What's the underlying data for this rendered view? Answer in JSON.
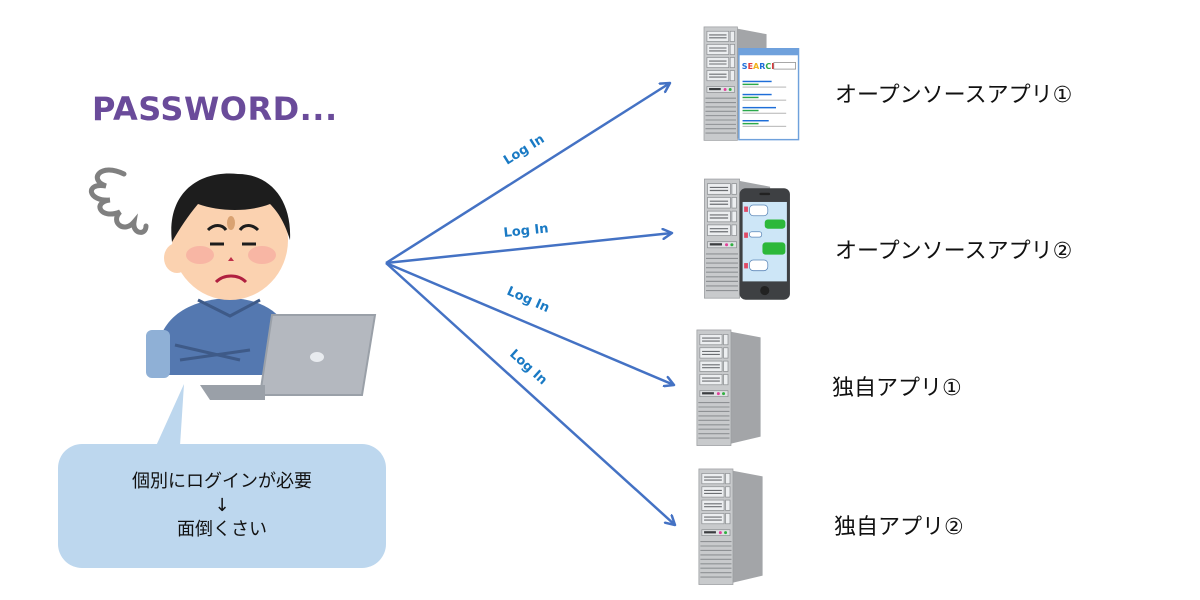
{
  "user": {
    "thought_text": "PASSWORD...",
    "mood": "troubled"
  },
  "callout": {
    "line1": "個別にログインが必要",
    "arrow": "↓",
    "line2": "面倒くさい"
  },
  "connections": [
    {
      "label": "Log In",
      "target": "app-oss-1"
    },
    {
      "label": "Log In",
      "target": "app-oss-2"
    },
    {
      "label": "Log In",
      "target": "app-custom-1"
    },
    {
      "label": "Log In",
      "target": "app-custom-2"
    }
  ],
  "apps": [
    {
      "id": "app-oss-1",
      "label": "オープンソースアプリ①",
      "icon": "server-with-browser-icon",
      "browser_text": "SEARCH"
    },
    {
      "id": "app-oss-2",
      "label": "オープンソースアプリ②",
      "icon": "server-with-smartphone-icon"
    },
    {
      "id": "app-custom-1",
      "label": "独自アプリ①",
      "icon": "server-icon"
    },
    {
      "id": "app-custom-2",
      "label": "独自アプリ②",
      "icon": "server-icon"
    }
  ],
  "colors": {
    "arrow": "#4472c4",
    "arrow_label": "#1a7ac4",
    "callout_bg": "#bdd7ee",
    "password_text": "#6a4b9a"
  }
}
